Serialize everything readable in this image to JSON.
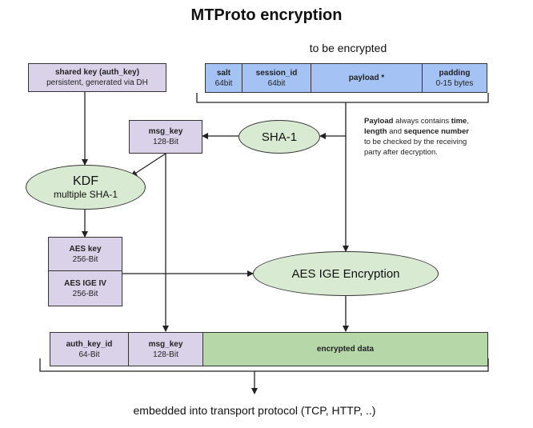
{
  "title": "MTProto encryption",
  "to_be_encrypted": "to be encrypted",
  "shared_key": {
    "name": "shared key (auth_key)",
    "desc": "persistent, generated via DH"
  },
  "plaintext_fields": [
    {
      "name": "salt",
      "size": "64bit"
    },
    {
      "name": "session_id",
      "size": "64bit"
    },
    {
      "name": "payload *",
      "size": ""
    },
    {
      "name": "padding",
      "size": "0-15 bytes"
    }
  ],
  "msg_key_top": {
    "name": "msg_key",
    "size": "128-Bit"
  },
  "sha1": "SHA-1",
  "kdf": {
    "name": "KDF",
    "desc": "multiple SHA-1"
  },
  "note": {
    "p1": "Payload",
    "p2": " always contains ",
    "p3": "time",
    "p4": ",",
    "p5": "length",
    "p6": " and ",
    "p7": "sequence number",
    "p8": "to be checked by the receiving",
    "p9": "party after decryption."
  },
  "aes_key": {
    "name": "AES key",
    "size": "256-Bit"
  },
  "aes_iv": {
    "name": "AES IGE IV",
    "size": "256-Bit"
  },
  "aes_ige": "AES IGE Encryption",
  "output_fields": [
    {
      "name": "auth_key_id",
      "size": "64-Bit"
    },
    {
      "name": "msg_key",
      "size": "128-Bit"
    },
    {
      "name": "encrypted data",
      "size": ""
    }
  ],
  "footer": "embedded into transport protocol (TCP, HTTP, ..)",
  "colors": {
    "purple": "#d9d2e9",
    "blue": "#a4c2f4",
    "green_box": "#b6d7a8",
    "green_ellipse": "#d9ead3",
    "line": "#333333"
  }
}
